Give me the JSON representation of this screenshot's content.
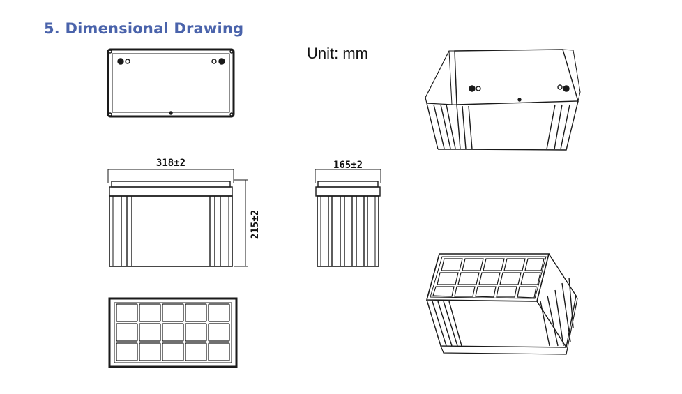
{
  "page": {
    "title": "5. Dimensional Drawing",
    "unit_label": "Unit: mm"
  },
  "dimensions": {
    "length": "318±2",
    "width": "165±2",
    "height": "215±2"
  },
  "colors": {
    "title": "#4a63ab",
    "line": "#1a1a1a"
  }
}
